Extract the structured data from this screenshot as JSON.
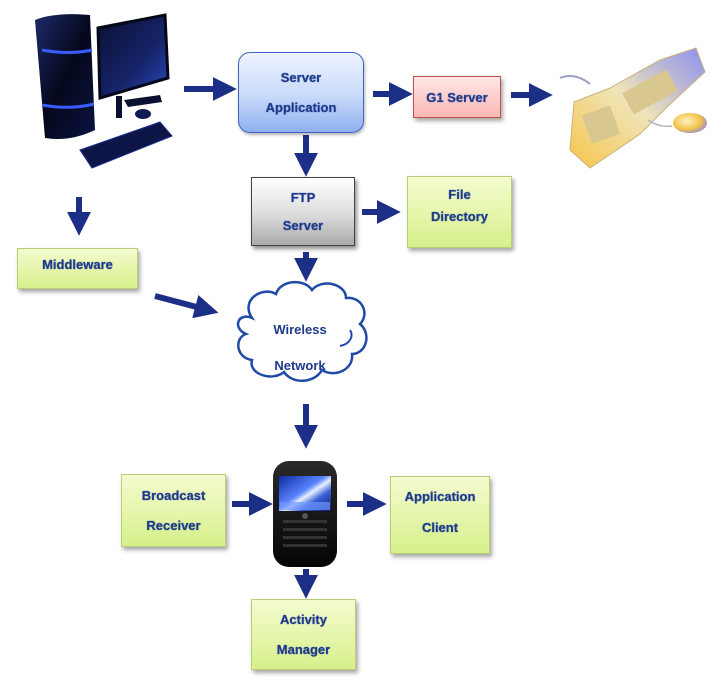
{
  "diagram": {
    "title": "",
    "colors": {
      "arrow": "#1c2f86",
      "text": "#1e3a8a",
      "green_box": "#e3f5a6",
      "blue_box": "#c8d9fa",
      "red_box": "#f9b8b4",
      "gray_box": "#dcdcdc",
      "cloud_stroke": "#1f4aa8"
    },
    "images": {
      "desktop_pc": "desktop-computer-icon",
      "keyboard_mouse": "keyboard-mouse-icon",
      "smartphone": "smartphone-icon"
    },
    "nodes": {
      "server_application": {
        "line1": "Server",
        "line2": "Application"
      },
      "g1_server": {
        "line1": "G1 Server"
      },
      "ftp_server": {
        "line1": "FTP",
        "line2": "Server"
      },
      "file_directory": {
        "line1": "File",
        "line2": "Directory"
      },
      "middleware": {
        "line1": "Middleware"
      },
      "wireless_network": {
        "line1": "Wireless",
        "line2": "Network"
      },
      "broadcast_receiver": {
        "line1": "Broadcast",
        "line2": "Receiver"
      },
      "application_client": {
        "line1": "Application",
        "line2": "Client"
      },
      "activity_manager": {
        "line1": "Activity",
        "line2": "Manager"
      }
    },
    "edges": [
      {
        "from": "desktop_pc",
        "to": "server_application"
      },
      {
        "from": "server_application",
        "to": "g1_server"
      },
      {
        "from": "g1_server",
        "to": "keyboard_mouse"
      },
      {
        "from": "server_application",
        "to": "ftp_server"
      },
      {
        "from": "ftp_server",
        "to": "file_directory"
      },
      {
        "from": "ftp_server",
        "to": "wireless_network"
      },
      {
        "from": "desktop_pc",
        "to": "middleware"
      },
      {
        "from": "middleware",
        "to": "wireless_network"
      },
      {
        "from": "wireless_network",
        "to": "smartphone"
      },
      {
        "from": "broadcast_receiver",
        "to": "smartphone"
      },
      {
        "from": "smartphone",
        "to": "application_client"
      },
      {
        "from": "smartphone",
        "to": "activity_manager"
      }
    ]
  }
}
